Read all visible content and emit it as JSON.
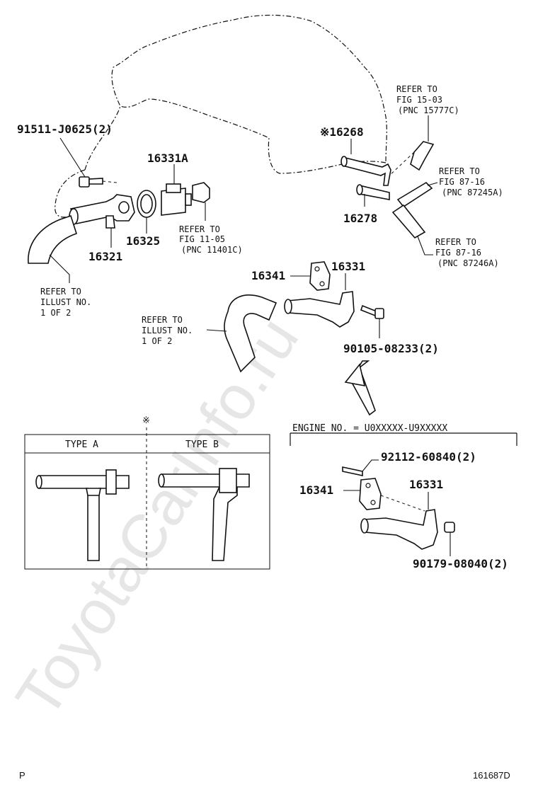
{
  "watermark": "ToyotaCarInfo.ru",
  "part_numbers": {
    "bolt_91511": "91511-J0625(2)",
    "thermostat_16331A": "16331A",
    "gasket_16325": "16325",
    "inlet_16321": "16321",
    "pipe_16268": "※16268",
    "pipe_16278": "16278",
    "gasket_16341": "16341",
    "outlet_16331": "16331",
    "bolt_90105": "90105-08233(2)",
    "stud_92112": "92112-60840(2)",
    "gasket_16341_b": "16341",
    "outlet_16331_b": "16331",
    "nut_90179": "90179-08040(2)"
  },
  "refs": {
    "fig_15_03": [
      "REFER TO",
      "FIG 15-03",
      "(PNC 15777C)"
    ],
    "fig_87_16_a": [
      "REFER TO",
      "FIG 87-16",
      "(PNC 87245A)"
    ],
    "fig_87_16_b": [
      "REFER TO",
      "FIG 87-16",
      "(PNC 87246A)"
    ],
    "fig_11_05": [
      "REFER TO",
      "FIG 11-05",
      "(PNC 11401C)"
    ],
    "illust_left": [
      "REFER TO",
      "ILLUST NO.",
      "1 OF 2"
    ],
    "illust_mid": [
      "REFER TO",
      "ILLUST NO.",
      "1 OF 2"
    ]
  },
  "engine_range": "ENGINE NO. = U0XXXXX-U9XXXXX",
  "type_table": {
    "marker": "※",
    "col_a": "TYPE A",
    "col_b": "TYPE B"
  },
  "footer": {
    "left": "P",
    "right": "161687D"
  }
}
